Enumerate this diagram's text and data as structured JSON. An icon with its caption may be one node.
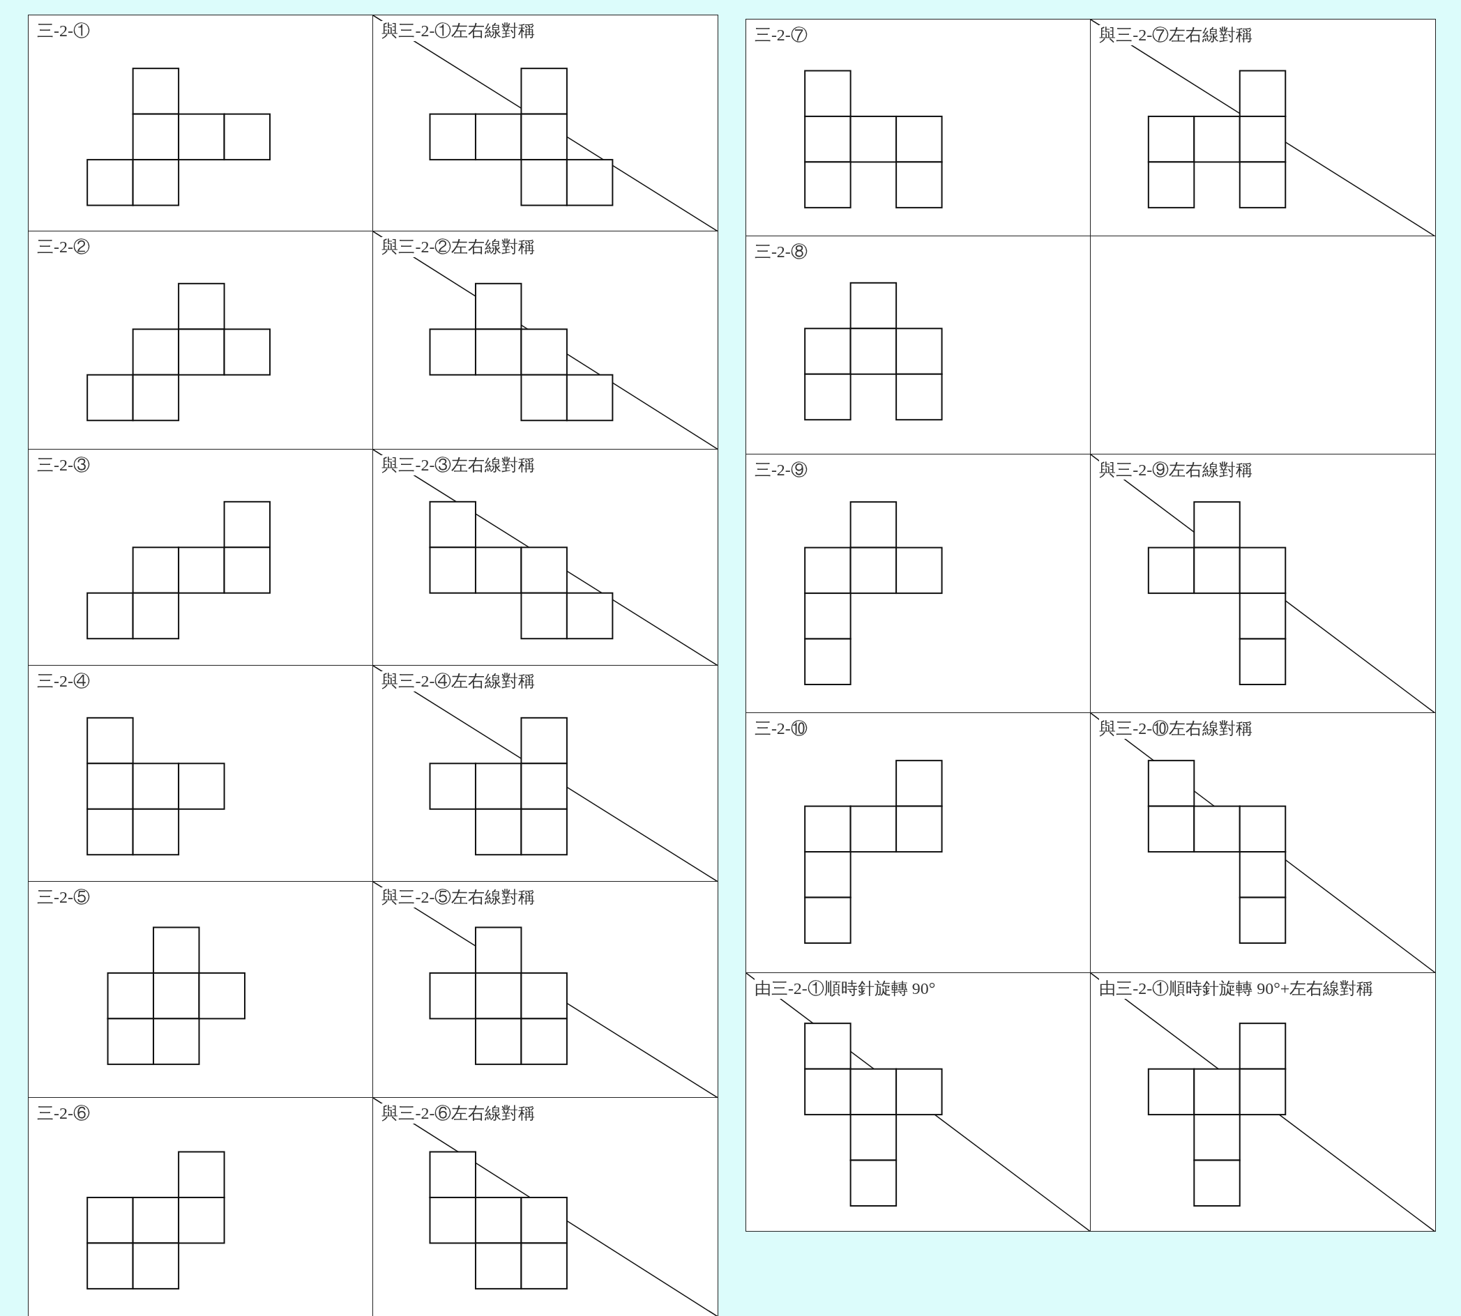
{
  "diagram": {
    "labels": [
      "三-2-①",
      "與三-2-①左右線對稱",
      "三-2-②",
      "與三-2-②左右線對稱",
      "三-2-③",
      "與三-2-③左右線對稱",
      "三-2-④",
      "與三-2-④左右線對稱",
      "三-2-⑤",
      "與三-2-⑤左右線對稱",
      "三-2-⑥",
      "與三-2-⑥左右線對稱",
      "三-2-⑦",
      "與三-2-⑦左右線對稱",
      "三-2-⑧",
      "三-2-⑨",
      "與三-2-⑨左右線對稱",
      "三-2-⑩",
      "與三-2-⑩左右線對稱",
      "由三-2-①順時針旋轉 90°",
      "由三-2-①順時針旋轉 90°+左右線對稱"
    ]
  }
}
